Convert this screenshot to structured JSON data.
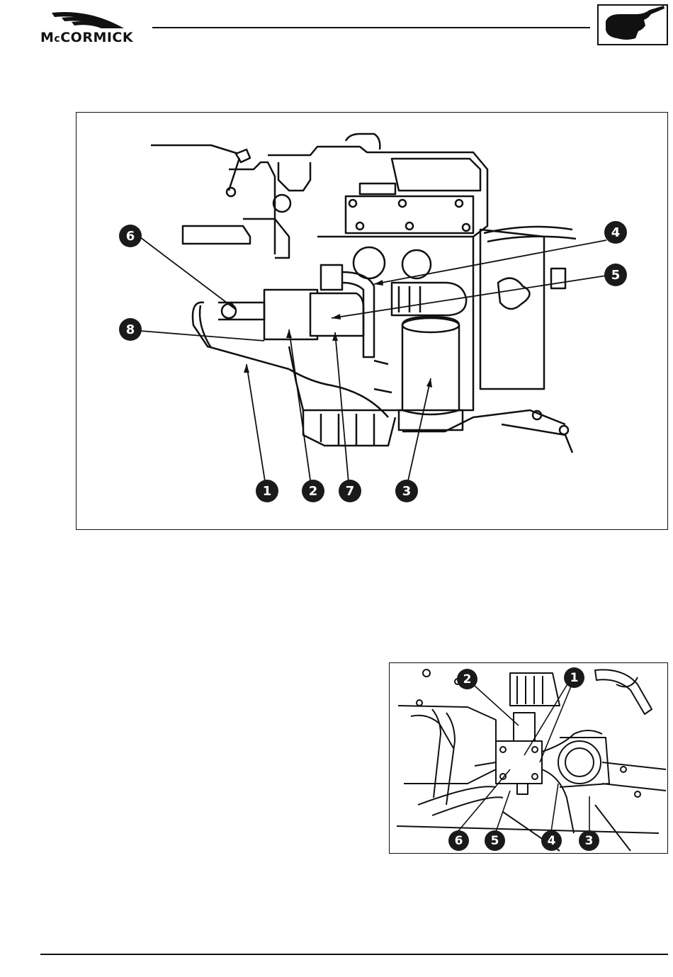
{
  "header": {
    "brand": "McCORMICK",
    "brand_prefix": "M",
    "brand_small": "c",
    "brand_rest": "CORMICK"
  },
  "figure_top": {
    "callouts": [
      "1",
      "2",
      "3",
      "4",
      "5",
      "6",
      "7",
      "8"
    ]
  },
  "figure_bottom": {
    "callouts": [
      "1",
      "2",
      "3",
      "4",
      "5",
      "6"
    ]
  },
  "icons": {
    "brand_logo": "mccormick-stripes-logo",
    "section_tab": "hand-pointer-icon"
  }
}
